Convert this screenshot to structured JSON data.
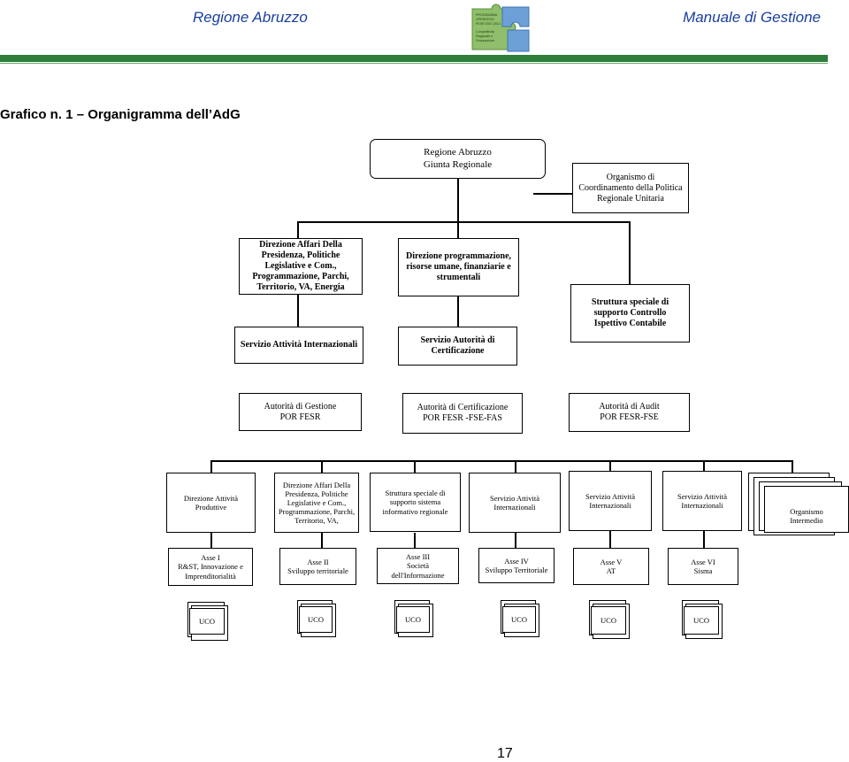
{
  "header": {
    "left": "Regione Abruzzo",
    "right": "Manuale di Gestione"
  },
  "logo": {
    "lines": [
      "PROGRAMMA",
      "OPERATIVO",
      "FESR 2007-2013",
      "Competitività",
      "Regionale e",
      "Occupazione"
    ]
  },
  "title": "Grafico n. 1 – Organigramma dell’AdG",
  "org": {
    "top": {
      "line1": "Regione Abruzzo",
      "line2": "Giunta Regionale"
    },
    "coord": "Organismo di Coordinamento della Politica Regionale Unitaria",
    "dir_affari": "Direzione Affari Della Presidenza, Politiche Legislative e Com., Programmazione, Parchi, Territorio, VA, Energia",
    "dir_prog": "Direzione programmazione, risorse umane, finanziarie e strumentali",
    "struttura_contr": "Struttura speciale di supporto Controllo Ispettivo Contabile",
    "serv_int": "Servizio Attività Internazionali",
    "serv_cert": "Servizio Autorità di Certificazione",
    "adg": {
      "line1": "Autorità di Gestione",
      "line2": "POR FESR"
    },
    "adc": {
      "line1": "Autorità di Certificazione",
      "line2": "POR FESR -FSE-FAS"
    },
    "ada": {
      "line1": "Autorità di Audit",
      "line2": "POR FESR-FSE"
    },
    "row4": [
      "Direzione Attività Produttive",
      "Direzione Affari Della Presidenza, Politiche Legislative e Com., Programmazione, Parchi, Territorio, VA,",
      "Struttura speciale di supporto sistema informativo regionale",
      "Servizio Attività Internazionali",
      "Servizio Attività Internazionali",
      "Servizio Attività Internazionali"
    ],
    "organismo": {
      "line1": "Organismo",
      "line2": "Intermedio"
    },
    "assi": [
      {
        "l1": "Asse I",
        "l2": "R&ST, Innovazione e",
        "l3": "Imprenditorialità"
      },
      {
        "l1": "Asse II",
        "l2": "Sviluppo territoriale",
        "l3": ""
      },
      {
        "l1": "Asse III",
        "l2": "Società",
        "l3": "dell'Informazione"
      },
      {
        "l1": "Asse IV",
        "l2": "Sviluppo Territoriale",
        "l3": ""
      },
      {
        "l1": "Asse V",
        "l2": "AT",
        "l3": ""
      },
      {
        "l1": "Asse VI",
        "l2": "Sisma",
        "l3": ""
      }
    ],
    "uco": [
      "UCO",
      "UCO",
      "UCO",
      "UCO",
      "UCO",
      "UCO"
    ]
  },
  "page_number": "17",
  "colors": {
    "header_text": "#1a3fa0",
    "band": "#2e7d3a"
  }
}
